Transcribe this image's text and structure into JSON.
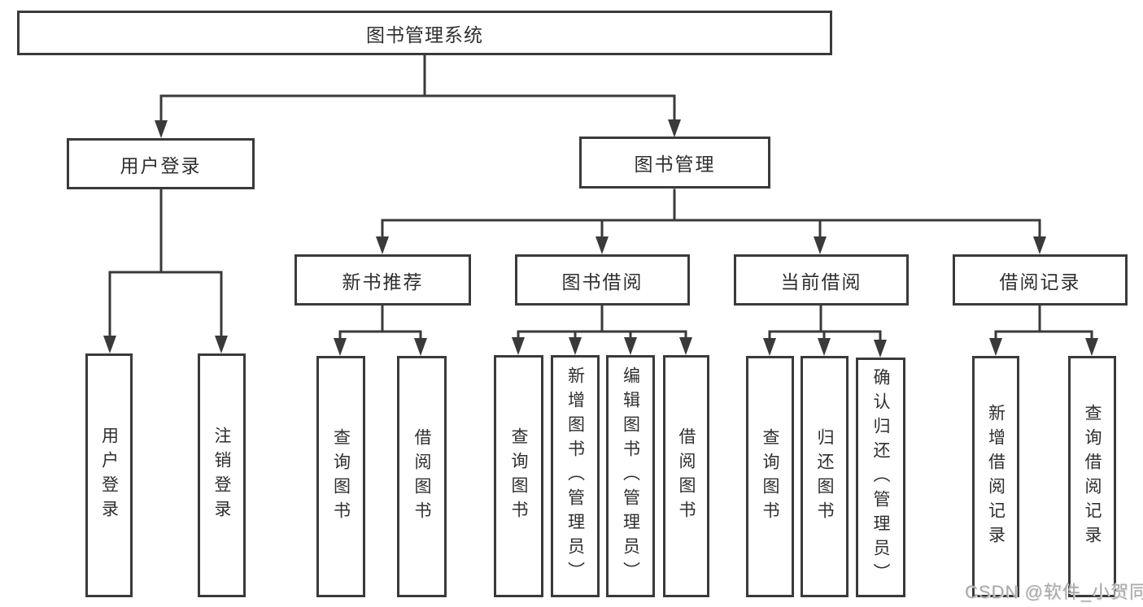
{
  "diagram": {
    "root": {
      "label": "图书管理系统"
    },
    "user_login": {
      "label": "用户登录",
      "children": {
        "login": {
          "label": "用户登录"
        },
        "logout": {
          "label": "注销登录"
        }
      }
    },
    "book_mgmt": {
      "label": "图书管理",
      "groups": {
        "new_books": {
          "label": "新书推荐",
          "children": {
            "query": {
              "label": "查询图书"
            },
            "borrow": {
              "label": "借阅图书"
            }
          }
        },
        "book_borrow": {
          "label": "图书借阅",
          "children": {
            "query": {
              "label": "查询图书"
            },
            "add": {
              "label": "新增图书（管理员）"
            },
            "edit": {
              "label": "编辑图书（管理员）"
            },
            "borrow": {
              "label": "借阅图书"
            }
          }
        },
        "current_borrow": {
          "label": "当前借阅",
          "children": {
            "query": {
              "label": "查询图书"
            },
            "return": {
              "label": "归还图书"
            },
            "confirm": {
              "label": "确认归还（管理员）"
            }
          }
        },
        "borrow_records": {
          "label": "借阅记录",
          "children": {
            "add": {
              "label": "新增借阅记录"
            },
            "query": {
              "label": "查询借阅记录"
            }
          }
        }
      }
    },
    "watermark": "CSDN @软件_小贺同学",
    "colors": {
      "line": "#3a3a3a",
      "text": "#2f2f2f",
      "watermark": "#a9a9a9",
      "background": "#ffffff"
    }
  }
}
